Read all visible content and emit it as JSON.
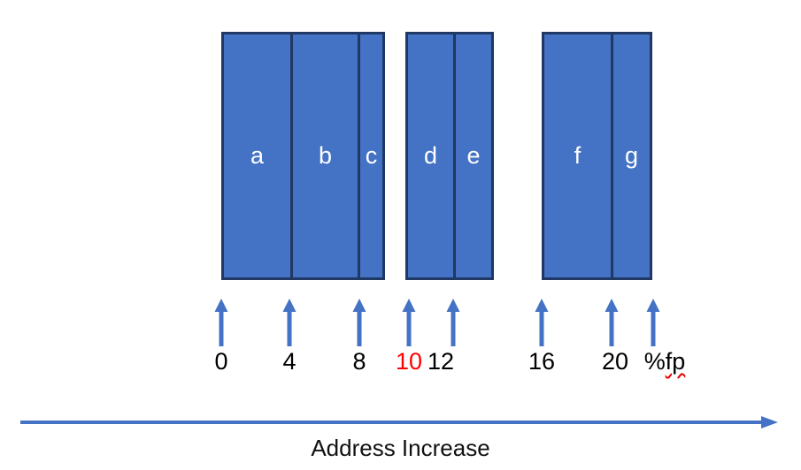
{
  "diagram": {
    "description": "Memory / stack frame layout of variables a-g along increasing addresses",
    "groups": [
      {
        "blocks": [
          {
            "label": "a"
          },
          {
            "label": "b"
          },
          {
            "label": "c"
          }
        ]
      },
      {
        "blocks": [
          {
            "label": "d"
          },
          {
            "label": "e"
          }
        ]
      },
      {
        "blocks": [
          {
            "label": "f"
          },
          {
            "label": "g"
          }
        ]
      }
    ],
    "ticks": [
      {
        "label": "0",
        "color": "#000000"
      },
      {
        "label": "4",
        "color": "#000000"
      },
      {
        "label": "8",
        "color": "#000000"
      },
      {
        "label": "10",
        "color": "#FF0000"
      },
      {
        "label": "12",
        "color": "#000000"
      },
      {
        "label": "16",
        "color": "#000000"
      },
      {
        "label": "20",
        "color": "#000000"
      },
      {
        "label": "%fp",
        "prefix": "%",
        "squiggle_part": "fp",
        "color": "#000000",
        "spellcheck_underline": true
      }
    ],
    "axis_title": "Address Increase",
    "colors": {
      "block_fill": "#4472C4",
      "block_border": "#1F3864",
      "arrow": "#4472C4",
      "highlight_red": "#FF0000",
      "squiggle_red": "#E60000",
      "block_text": "#FFFFFF"
    }
  }
}
